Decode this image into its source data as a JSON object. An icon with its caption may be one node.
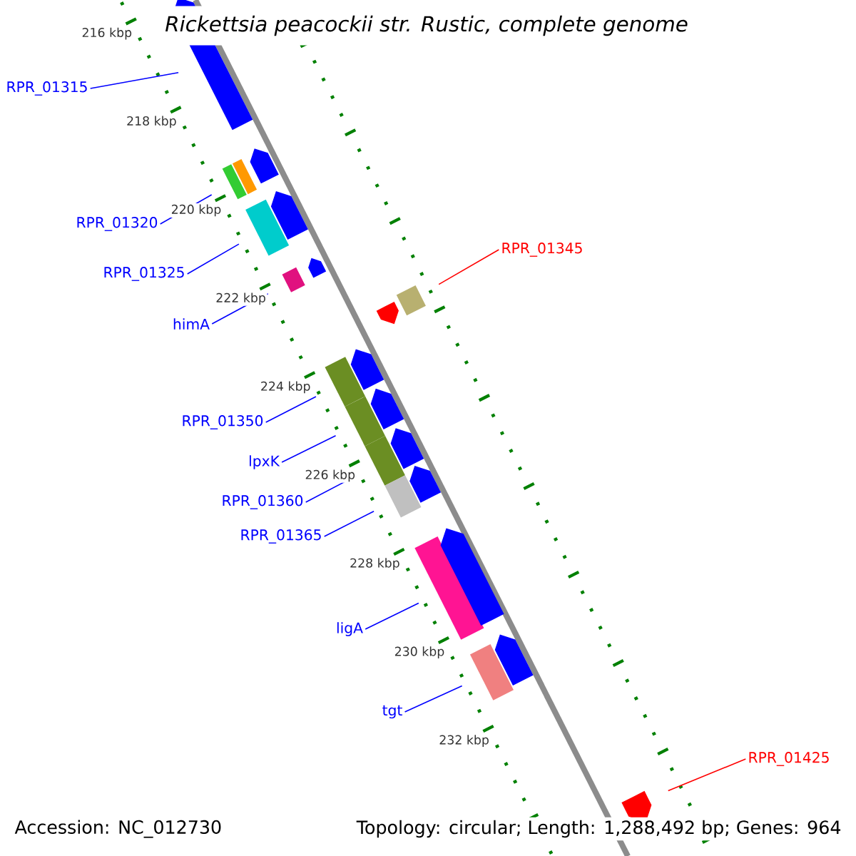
{
  "diagram": {
    "title": "Rickettsia peacockii str. Rustic, complete genome",
    "nodes": [
      {
        "text": [
          "RPR_01315"
        ]
      },
      {
        "text": [],
        "shape": "pentagon"
      },
      {
        "text": [],
        "shape": "bar"
      },
      {
        "text": [],
        "shape": "bar"
      },
      {
        "text": [],
        "shape": "pentagon"
      },
      {
        "text": [
          "RPR_01320"
        ]
      },
      {
        "text": [],
        "shape": "bar"
      },
      {
        "text": [],
        "shape": "pentagon"
      },
      {
        "text": [
          "RPR_01325"
        ]
      },
      {
        "text": [
          "RPR_01345"
        ]
      },
      {
        "text": [],
        "shape": "bar"
      },
      {
        "text": [],
        "shape": "pentagon"
      },
      {
        "text": [
          "himA"
        ]
      },
      {
        "text": [],
        "shape": "pentagon"
      },
      {
        "text": [],
        "shape": "bar"
      },
      {
        "text": [],
        "shape": "bar"
      },
      {
        "text": [],
        "shape": "pentagon"
      },
      {
        "text": [],
        "shape": "bar"
      },
      {
        "text": [],
        "shape": "pentagon"
      },
      {
        "text": [],
        "shape": "bar"
      },
      {
        "text": [],
        "shape": "pentagon"
      },
      {
        "text": [
          "RPR_01350"
        ]
      },
      {
        "text": [
          "lpxK"
        ]
      },
      {
        "text": [],
        "shape": "bar"
      },
      {
        "text": [],
        "shape": "pentagon"
      },
      {
        "text": [
          "RPR_01360"
        ]
      },
      {
        "text": [
          "RPR_01365"
        ]
      },
      {
        "text": [],
        "shape": "bar"
      },
      {
        "text": [],
        "shape": "pentagon"
      },
      {
        "text": [
          "ligA"
        ]
      },
      {
        "text": [],
        "shape": "bar"
      },
      {
        "text": [],
        "shape": "pentagon"
      },
      {
        "text": [
          "tgt"
        ]
      },
      {
        "text": [
          "RPR_01425"
        ]
      },
      {
        "text": [],
        "shape": "pentagon"
      }
    ],
    "edges": [
      {
        "from": 0,
        "to": 1,
        "arrow": "none"
      },
      {
        "from": 5,
        "to": 2,
        "arrow": "none"
      },
      {
        "from": 8,
        "to": 6,
        "arrow": "none"
      },
      {
        "from": 12,
        "to": 10,
        "arrow": "none"
      },
      {
        "from": 9,
        "to": 14,
        "arrow": "none",
        "color": "#ff0000"
      },
      {
        "from": 21,
        "to": 15,
        "arrow": "none"
      },
      {
        "from": 22,
        "to": 17,
        "arrow": "none"
      },
      {
        "from": 25,
        "to": 19,
        "arrow": "none"
      },
      {
        "from": 26,
        "to": 23,
        "arrow": "none"
      },
      {
        "from": 29,
        "to": 27,
        "arrow": "none"
      },
      {
        "from": 32,
        "to": 30,
        "arrow": "none"
      },
      {
        "from": 33,
        "to": 34,
        "arrow": "none",
        "color": "#ff0000"
      }
    ],
    "labels": [
      "216 kbp",
      "218 kbp",
      "220 kbp",
      "222 kbp",
      "224 kbp",
      "226 kbp",
      "228 kbp",
      "230 kbp",
      "232 kbp",
      "Accession: NC_012730",
      "Topology: circular; Length: 1,288,492 bp; Genes: 964"
    ]
  }
}
